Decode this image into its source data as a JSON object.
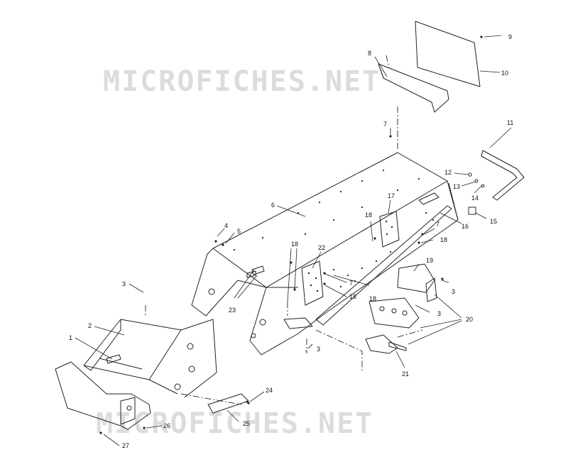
{
  "watermark": {
    "text": "MICROFICHES.NET"
  },
  "callouts": {
    "c1": "1",
    "c2": "2",
    "c3a": "3",
    "c3b": "3",
    "c3c": "3",
    "c3d": "3",
    "c4": "4",
    "c5": "5",
    "c6": "6",
    "c7a": "7",
    "c7b": "7",
    "c7c": "7",
    "c8": "8",
    "c9": "9",
    "c10": "10",
    "c11": "11",
    "c12": "12",
    "c13": "13",
    "c14": "14",
    "c15": "15",
    "c16": "16",
    "c17": "17",
    "c18a": "18",
    "c18b": "18",
    "c18c": "18",
    "c18d": "18",
    "c18e": "18",
    "c19": "19",
    "c20": "20",
    "c21": "21",
    "c22": "22",
    "c23": "23",
    "c24": "24",
    "c25": "25",
    "c26": "26",
    "c27": "27"
  }
}
